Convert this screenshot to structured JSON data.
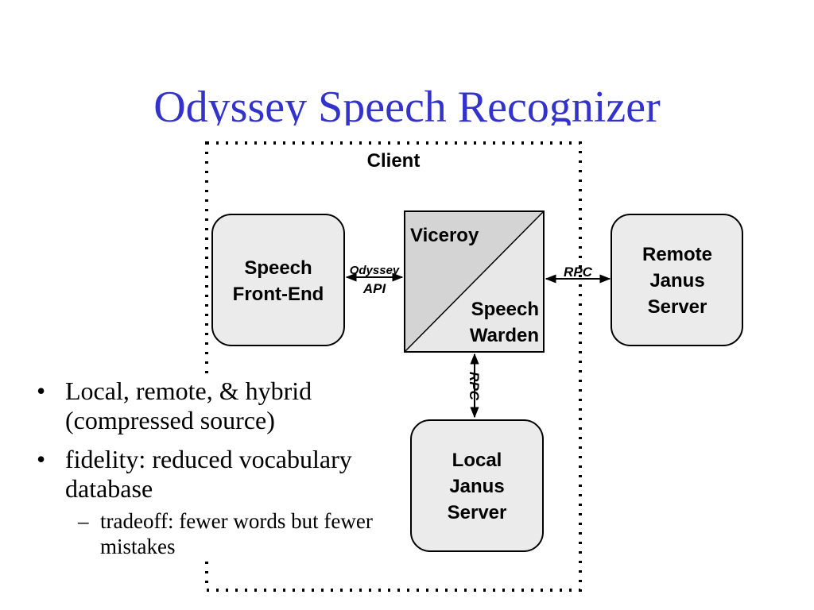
{
  "title": "Odyssey Speech Recognizer",
  "diagram": {
    "client_label": "Client",
    "speech_front_end": [
      "Speech",
      "Front-End"
    ],
    "odyssey_api": [
      "Odyssey",
      "API"
    ],
    "viceroy": "Viceroy",
    "speech_warden": [
      "Speech",
      "Warden"
    ],
    "rpc_right": "RPC",
    "rpc_down": "RPC",
    "remote_server": [
      "Remote",
      "Janus",
      "Server"
    ],
    "local_server": [
      "Local",
      "Janus",
      "Server"
    ]
  },
  "bullets": [
    {
      "text": "Local, remote, & hybrid (compressed source)"
    },
    {
      "text": "fidelity: reduced vocabulary database",
      "sub": [
        "tradeoff: fewer words but fewer mistakes"
      ]
    }
  ]
}
